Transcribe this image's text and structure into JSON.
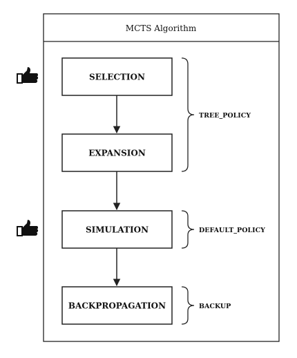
{
  "title": "MCTS Algorithm",
  "steps": [
    {
      "label": "SELECTION",
      "marked": true
    },
    {
      "label": "EXPANSION",
      "marked": false
    },
    {
      "label": "SIMULATION",
      "marked": true
    },
    {
      "label": "BACKPROPAGATION",
      "marked": false
    }
  ],
  "groups": [
    {
      "label": "TREE_POLICY",
      "spans": [
        "SELECTION",
        "EXPANSION"
      ]
    },
    {
      "label": "DEFAULT_POLICY",
      "spans": [
        "SIMULATION"
      ]
    },
    {
      "label": "BACKUP",
      "spans": [
        "BACKPROPAGATION"
      ]
    }
  ],
  "marker_icon": "thumbs-up-icon"
}
